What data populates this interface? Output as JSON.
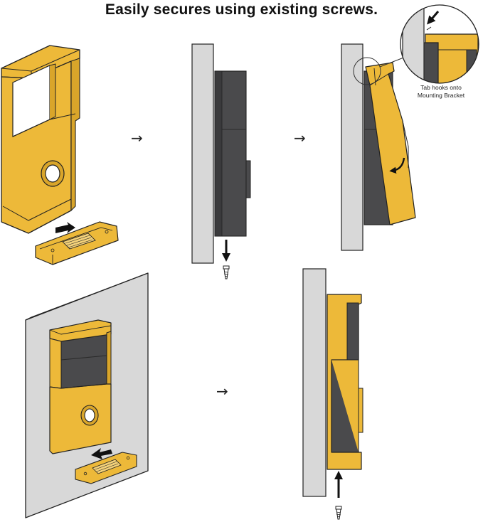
{
  "title": "Easily secures using existing screws.",
  "callout": {
    "line1": "Tab hooks onto",
    "line2": "Mounting Bracket"
  },
  "step_arrows": [
    "→",
    "→",
    "→"
  ],
  "colors": {
    "cover_yellow": "#EDB939",
    "cover_shadow": "#D9A52A",
    "device_gray": "#4A4A4C",
    "device_gray_dark": "#3A3A3C",
    "wall_gray": "#D8D8D8",
    "outline": "#222222"
  },
  "icons": [
    "push-arrow-icon",
    "rotate-arrow-icon",
    "screw-icon",
    "magnifier-circle"
  ]
}
